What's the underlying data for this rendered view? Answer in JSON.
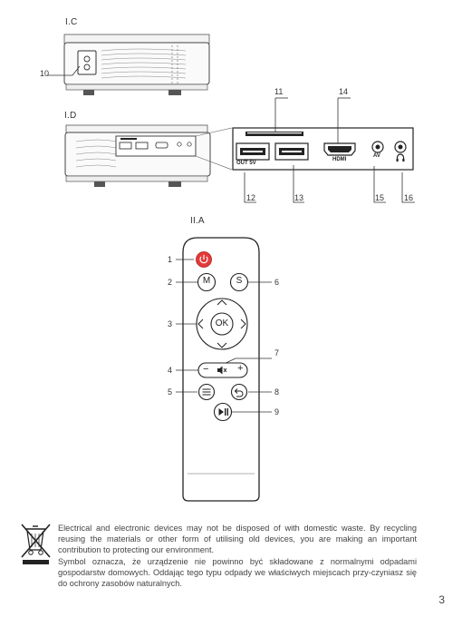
{
  "sections": {
    "side_c": "I.C",
    "side_d": "I.D",
    "remote": "II.A"
  },
  "callouts": {
    "n10": "10",
    "n11": "11",
    "n12": "12",
    "n13": "13",
    "n14": "14",
    "n15": "15",
    "n16": "16",
    "r1": "1",
    "r2": "2",
    "r3": "3",
    "r4": "4",
    "r5": "5",
    "r6": "6",
    "r7": "7",
    "r8": "8",
    "r9": "9"
  },
  "ports": {
    "out5v": "OUT 5V",
    "hdmi": "HDMI",
    "av": "AV"
  },
  "remote_buttons": {
    "menu": "M",
    "source": "S",
    "ok": "OK",
    "minus": "−",
    "plus": "+"
  },
  "weee": {
    "english": "Electrical and electronic devices may not be disposed of with domestic waste. By recycling reusing the materials or other form of utilising old devices, you are making an important contribution to protecting our environment.",
    "polish": "Symbol oznacza, że urządzenie nie powinno być składowane z normalnymi odpadami gospodarstw domowych. Oddając tego typu odpady we właściwych miejscach przy-czyniasz się do ochrony zasobów naturalnych."
  },
  "page_number": "3"
}
